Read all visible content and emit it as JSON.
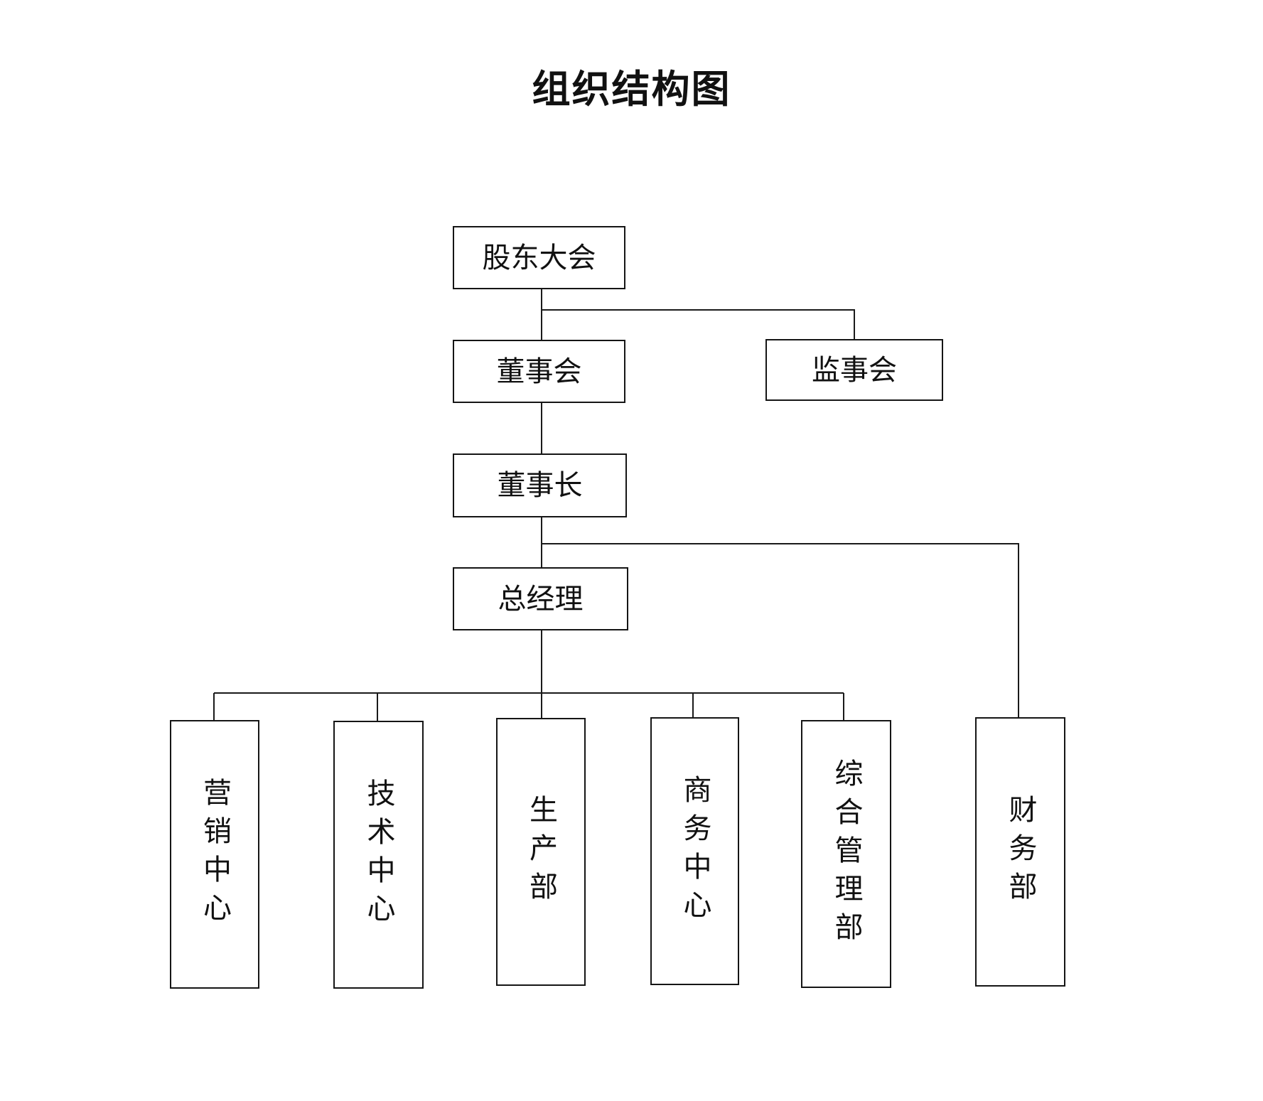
{
  "title": "组织结构图",
  "nodes": {
    "shareholders_meeting": "股东大会",
    "board_of_directors": "董事会",
    "board_of_supervisors": "监事会",
    "chairman": "董事长",
    "general_manager": "总经理",
    "marketing_center": "营销中心",
    "technology_center": "技术中心",
    "production_dept": "生产部",
    "business_center": "商务中心",
    "general_management_dept": "综合管理部",
    "finance_dept": "财务部"
  }
}
